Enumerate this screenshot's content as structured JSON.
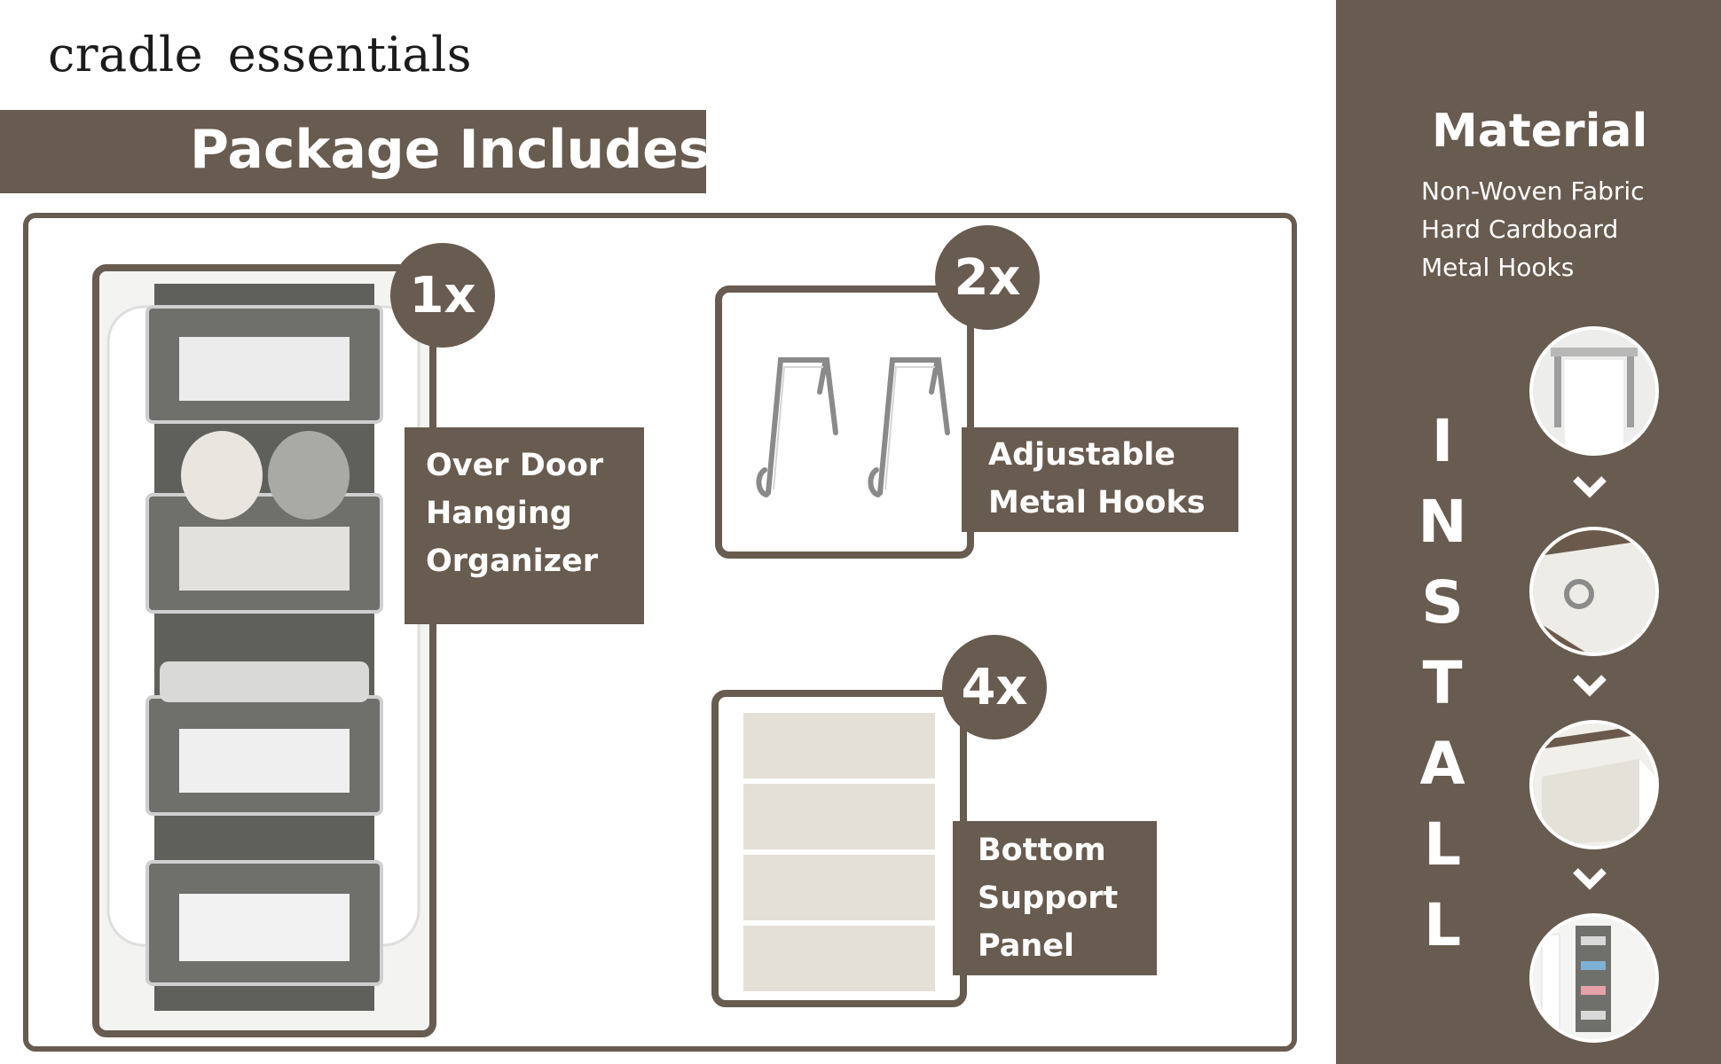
{
  "brand": {
    "name": "cradle essentials"
  },
  "package": {
    "title": "Package Includes"
  },
  "items": [
    {
      "qty": "1x",
      "lines": [
        "Over Door",
        "Hanging",
        "Organizer"
      ]
    },
    {
      "qty": "2x",
      "lines": [
        "Adjustable",
        "Metal Hooks"
      ]
    },
    {
      "qty": "4x",
      "lines": [
        "Bottom",
        "Support",
        "Panel"
      ]
    }
  ],
  "material": {
    "title": "Material",
    "list": [
      "Non-Woven Fabric",
      "Hard Cardboard",
      "Metal Hooks"
    ]
  },
  "install": {
    "letters": [
      "I",
      "N",
      "S",
      "T",
      "A",
      "L",
      "L"
    ]
  },
  "colors": {
    "brand_brown": "#685b4f",
    "organizer_gray": "#6f6f6c",
    "panel_beige": "#e4e0d8",
    "white": "#ffffff"
  },
  "icons": [
    "chevron-down-icon"
  ]
}
